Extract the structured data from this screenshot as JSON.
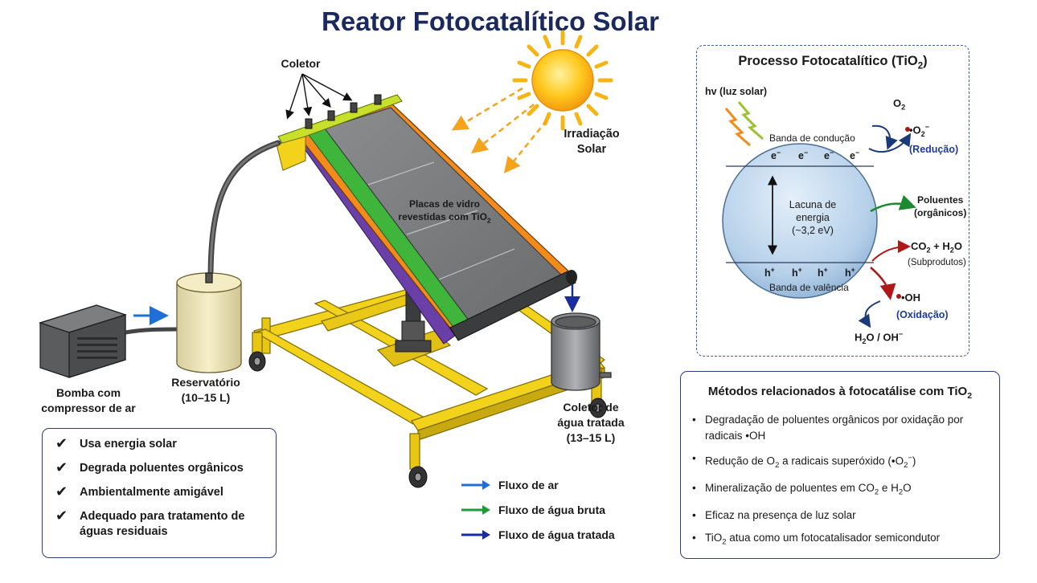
{
  "title": "Reator Fotocatalítico Solar",
  "labels": {
    "coletor": "Coletor",
    "irradiacao_l1": "Irradiação",
    "irradiacao_l2": "Solar",
    "placas_l1": "Placas de vidro",
    "placas_l2": "revestidas com TiO",
    "placas_sub": "2",
    "reservatorio_l1": "Reservatório",
    "reservatorio_l2": "(10–15 L)",
    "bomba_l1": "Bomba com",
    "bomba_l2": "compressor de ar",
    "coletor_agua_l1": "Coletor de",
    "coletor_agua_l2": "água tratada",
    "coletor_agua_l3": "(13–15 L)"
  },
  "benefits": [
    {
      "mark": "✔",
      "text": "Usa energia solar"
    },
    {
      "mark": "✔",
      "text": "Degrada poluentes orgânicos"
    },
    {
      "mark": "✔",
      "text": "Ambientalmente amigável"
    },
    {
      "mark": "✔",
      "text": "Adequado para tratamento de águas residuais"
    }
  ],
  "legend": [
    {
      "label": "Fluxo de ar",
      "color": "#1f6fd6"
    },
    {
      "label": "Fluxo de água bruta",
      "color": "#1e9a3a"
    },
    {
      "label": "Fluxo de água tratada",
      "color": "#1a2c9c"
    }
  ],
  "process": {
    "title": "Processo Fotocatalítico (TiO",
    "title_sub": "2",
    "title_end": ")",
    "hv": "hv (luz solar)",
    "banda_conducao": "Banda de condução",
    "banda_valencia": "Banda de valência",
    "electron": "e",
    "electron_sup": "−",
    "hole": "h",
    "hole_sup": "+",
    "lacuna_l1": "Lacuna de",
    "lacuna_l2": "energia",
    "lacuna_l3": "(~3,2 eV)",
    "o2": "O",
    "o2_sub": "2",
    "o2_radical": "•O",
    "o2_radical_sub": "2",
    "o2_radical_sup": "−",
    "reducao": "(Redução)",
    "poluentes_l1": "Poluentes",
    "poluentes_l2": "(orgânicos)",
    "co2_a": "CO",
    "co2_sub": "2",
    "co2_b": " + H",
    "co2_sub2": "2",
    "co2_c": "O",
    "subprodutos": "(Subprodutos)",
    "oh": "•OH",
    "oxidacao": "(Oxidação)",
    "h2o_a": "H",
    "h2o_sub": "2",
    "h2o_b": "O / OH",
    "h2o_sup": "−"
  },
  "methods": {
    "title": "Métodos relacionados à fotocatálise com TiO",
    "title_sub": "2",
    "item1": "Degradação de poluentes orgânicos por oxidação por radicais •OH",
    "item2_a": "Redução de O",
    "item2_sub": "2",
    "item2_b": " a radicais superóxido (•O",
    "item2_sub2": "2",
    "item2_sup": "−",
    "item2_c": ")",
    "item3_a": "Mineralização de poluentes em CO",
    "item3_sub": "2",
    "item3_b": " e H",
    "item3_sub2": "2",
    "item3_c": "O",
    "item4": "Eficaz na presença de luz solar",
    "item5_a": "TiO",
    "item5_sub": "2",
    "item5_b": " atua como um fotocatalisador semicondutor"
  },
  "colors": {
    "title": "#1b2a5e",
    "frame_yellow": "#f2d21a",
    "panel_orange": "#f28a1c",
    "panel_green": "#3fb53c",
    "panel_purple": "#6a3fa8",
    "glass": "#7c7e80",
    "sun": "#ffc21a",
    "sphere": "#b9d3ec"
  }
}
